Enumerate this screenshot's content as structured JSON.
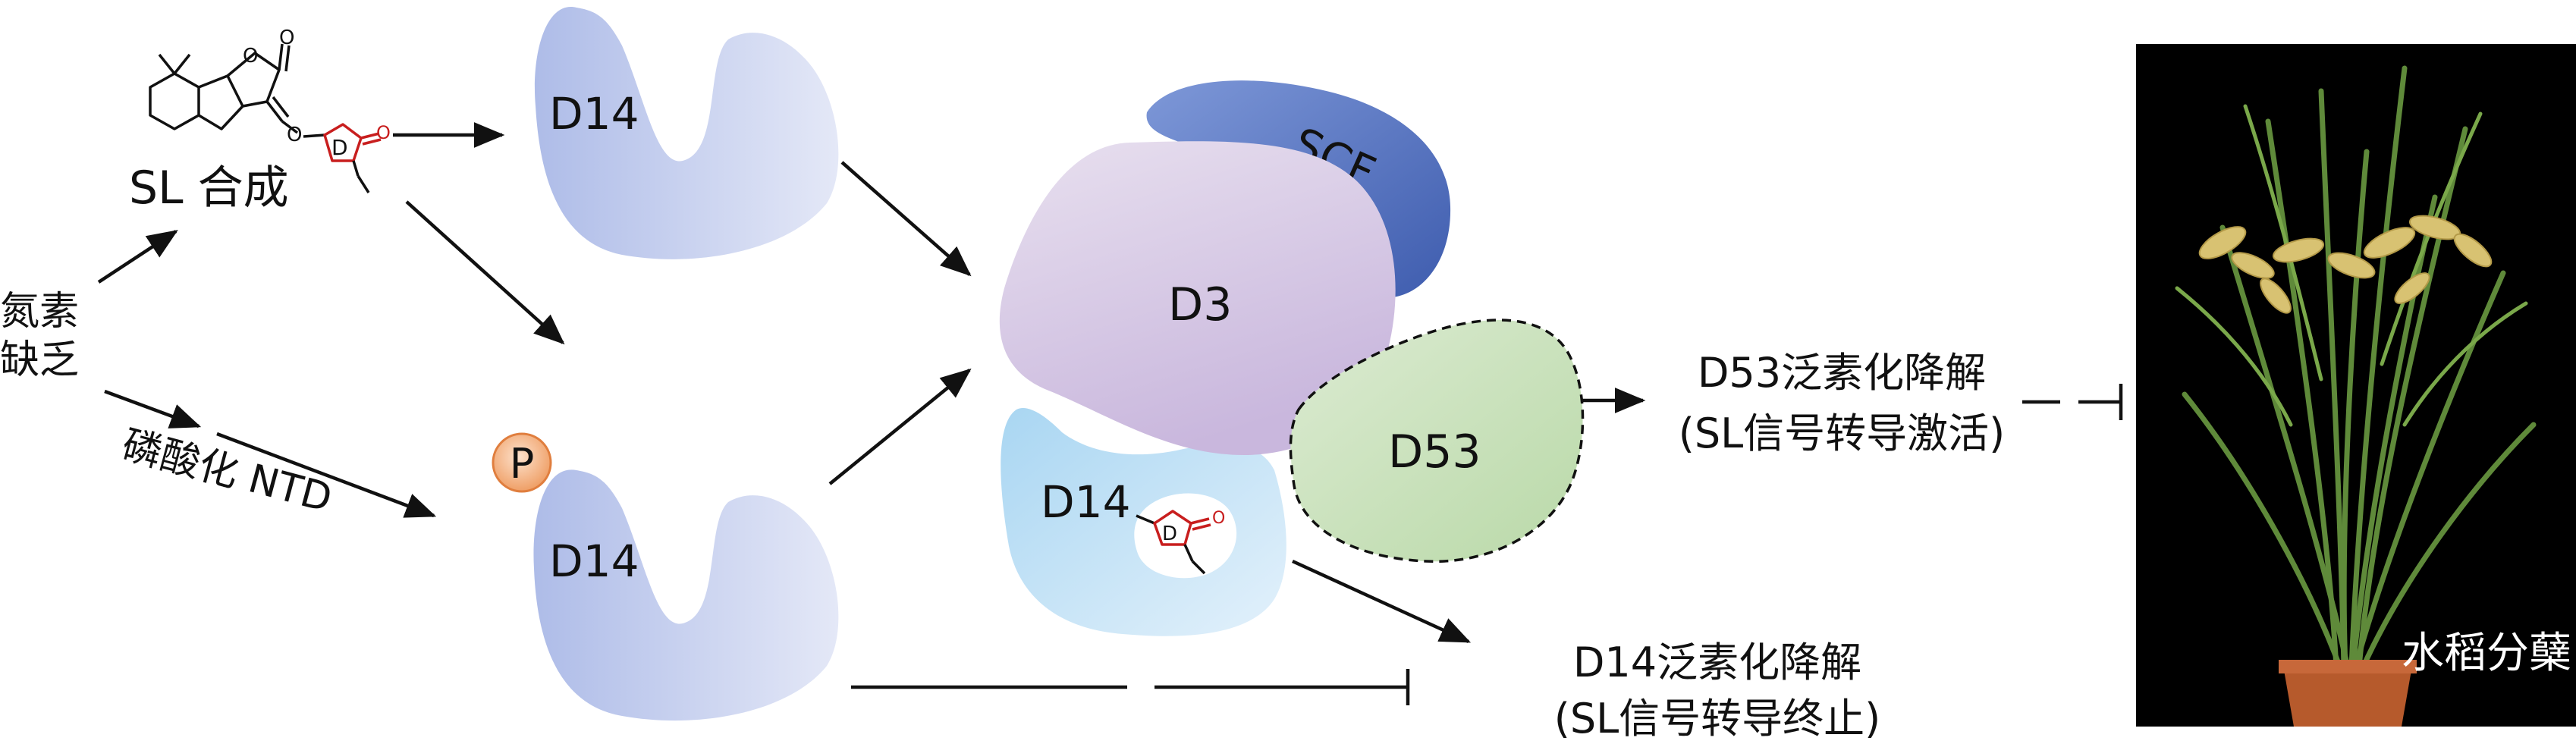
{
  "sl_synthesis_label": "SL 合成",
  "nitrogen_deficiency_label_line1": "氮素",
  "nitrogen_deficiency_label_line2": "缺乏",
  "phosphorylation_label": "磷酸化 NTD",
  "phosphate_symbol": "P",
  "d14_label": "D14",
  "d3_label": "D3",
  "scf_label": "SCF",
  "d53_label": "D53",
  "d_ring_letter": "D",
  "ring_oxygen": "O",
  "outcome_d53_line1": "D53泛素化降解",
  "outcome_d53_line2": "(SL信号转导激活)",
  "outcome_d14_line1": "D14泛素化降解",
  "outcome_d14_line2": "(SL信号转导终止)",
  "photo_caption": "水稻分蘖",
  "colors": {
    "d14": "#b8c4ea",
    "d14_bound": "#bfe0f4",
    "d3": "#d9cde6",
    "scf": "#5c78c4",
    "d53": "#cfe5c2",
    "phosphate": "#f2b488",
    "d_ring": "#c81e1e",
    "arrow": "#111111",
    "photo_bg": "#000000"
  }
}
